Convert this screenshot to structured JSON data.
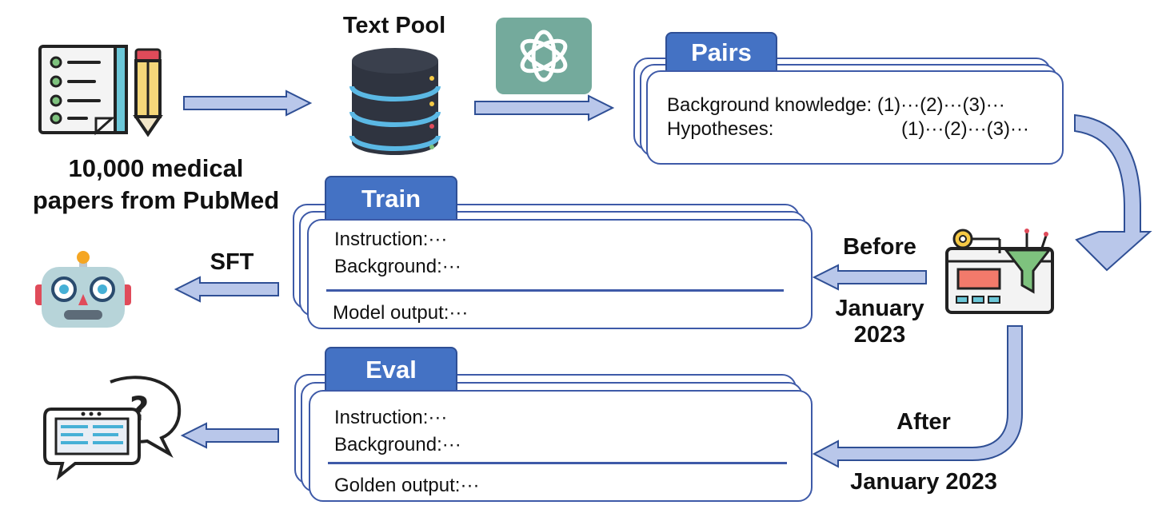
{
  "sources": {
    "title_line1": "10,000 medical",
    "title_line2": "papers from PubMed"
  },
  "text_pool": {
    "title": "Text Pool"
  },
  "pairs": {
    "tab": "Pairs",
    "background_label": "Background knowledge: (1)···(2)···(3)···",
    "hypotheses_label": "Hypotheses:",
    "hypotheses_values": "(1)···(2)···(3)···"
  },
  "train": {
    "tab": "Train",
    "instruction": "Instruction:···",
    "background": "Background:···",
    "output": "Model output:···"
  },
  "eval": {
    "tab": "Eval",
    "instruction": "Instruction:···",
    "background": "Background:···",
    "output": "Golden output:···"
  },
  "labels": {
    "sft": "SFT",
    "before": "Before",
    "before_date_line1": "January",
    "before_date_line2": "2023",
    "after": "After",
    "after_date": "January 2023"
  },
  "colors": {
    "tab_blue": "#4472c4",
    "border_blue": "#3e5aa8",
    "openai_green": "#74aa9c",
    "arrow_fill": "#b9c7ea"
  },
  "icons": [
    "papers-pencil-icon",
    "database-icon",
    "openai-logo-icon",
    "filter-dashboard-icon",
    "robot-icon",
    "chat-question-icon"
  ]
}
